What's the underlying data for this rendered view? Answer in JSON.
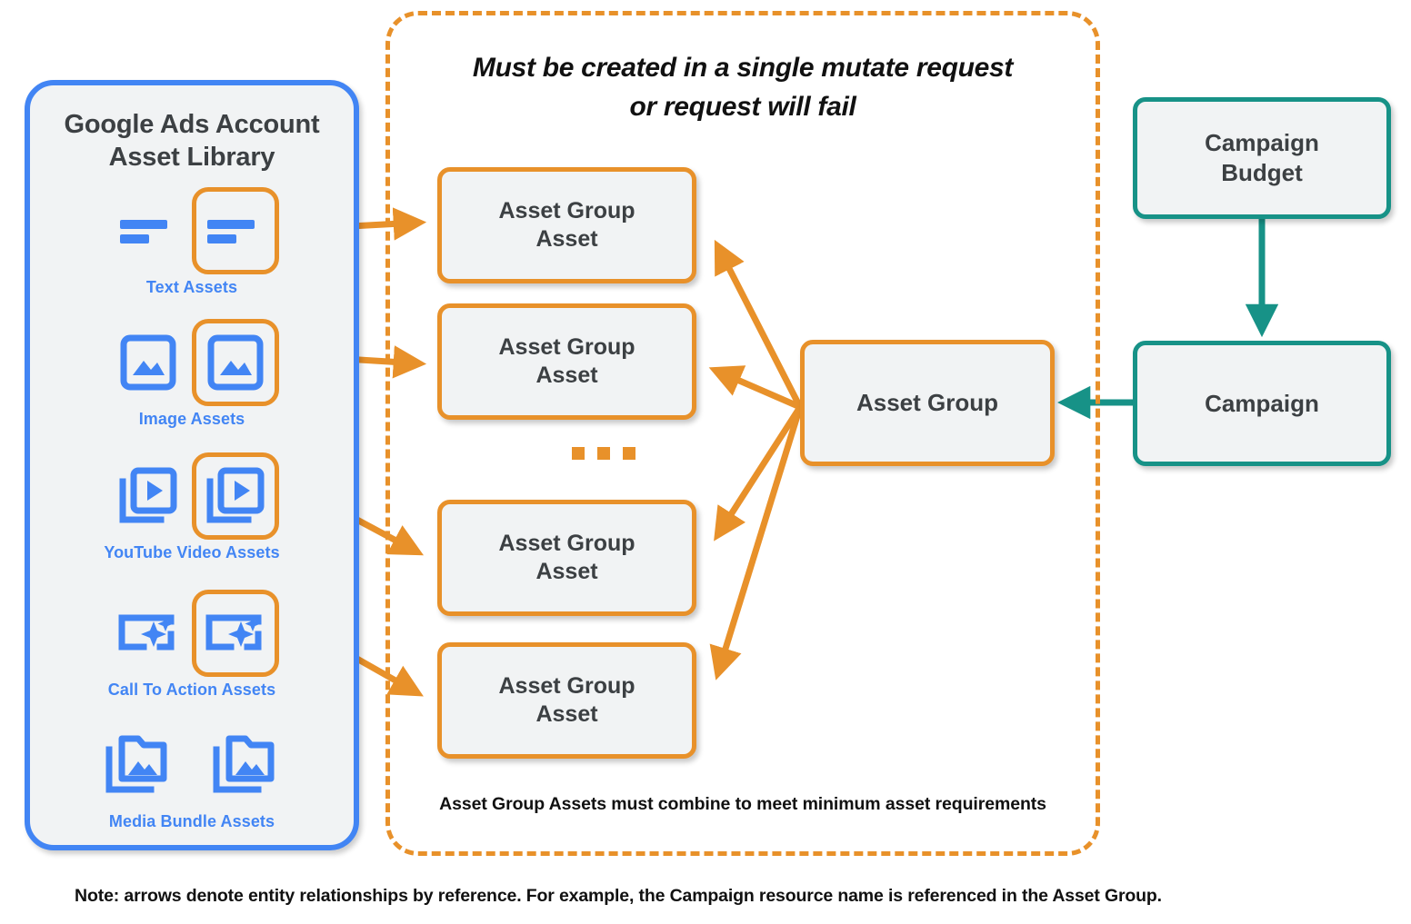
{
  "library": {
    "title": "Google Ads Account\nAsset Library",
    "title_line1": "Google Ads Account",
    "title_line2": "Asset Library",
    "items": [
      {
        "caption": "Text Assets",
        "icon": "text-asset-icon",
        "highlighted_index": 1
      },
      {
        "caption": "Image Assets",
        "icon": "image-asset-icon",
        "highlighted_index": 1
      },
      {
        "caption": "YouTube Video  Assets",
        "icon": "youtube-video-asset-icon",
        "highlighted_index": 1
      },
      {
        "caption": "Call To Action Assets",
        "icon": "call-to-action-asset-icon",
        "highlighted_index": 1
      },
      {
        "caption": "Media Bundle  Assets",
        "icon": "media-bundle-asset-icon",
        "highlighted_index": -1
      }
    ]
  },
  "mutate_box": {
    "title_line1": "Must be created in a single mutate request",
    "title_line2": "or request will fail",
    "footnote": "Asset Group Assets must combine to meet minimum asset requirements"
  },
  "nodes": {
    "asset_group_assets": [
      {
        "line1": "Asset Group",
        "line2": "Asset"
      },
      {
        "line1": "Asset Group",
        "line2": "Asset"
      },
      {
        "line1": "Asset Group",
        "line2": "Asset"
      },
      {
        "line1": "Asset Group",
        "line2": "Asset"
      }
    ],
    "ellipsis": "...",
    "asset_group": "Asset Group",
    "campaign_budget_line1": "Campaign",
    "campaign_budget_line2": "Budget",
    "campaign": "Campaign"
  },
  "note": "Note: arrows denote entity relationships by reference. For example, the Campaign resource name is referenced in the Asset Group.",
  "colors": {
    "orange": "#e8912a",
    "teal": "#179287",
    "blue": "#4285f4",
    "node_fill": "#f1f3f4",
    "text_dark": "#3c4043"
  }
}
